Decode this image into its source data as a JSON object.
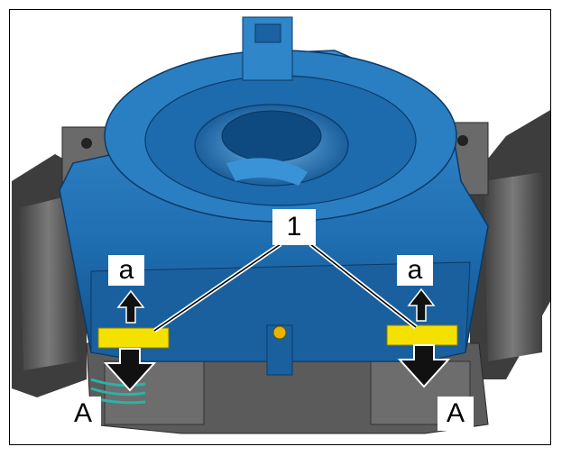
{
  "labels": {
    "part_number": "1",
    "arrow_small_left": "a",
    "arrow_small_right": "a",
    "arrow_large_left": "A",
    "arrow_large_right": "A"
  },
  "colors": {
    "housing_blue": "#1f6fb2",
    "housing_dark_blue": "#0f4d86",
    "connector_yellow": "#f4e100",
    "bracket_gray": "#5b5b5b",
    "arrow_black": "#111111"
  },
  "icons": {
    "arrow_up": "arrow-up-icon",
    "arrow_down": "arrow-down-icon"
  }
}
